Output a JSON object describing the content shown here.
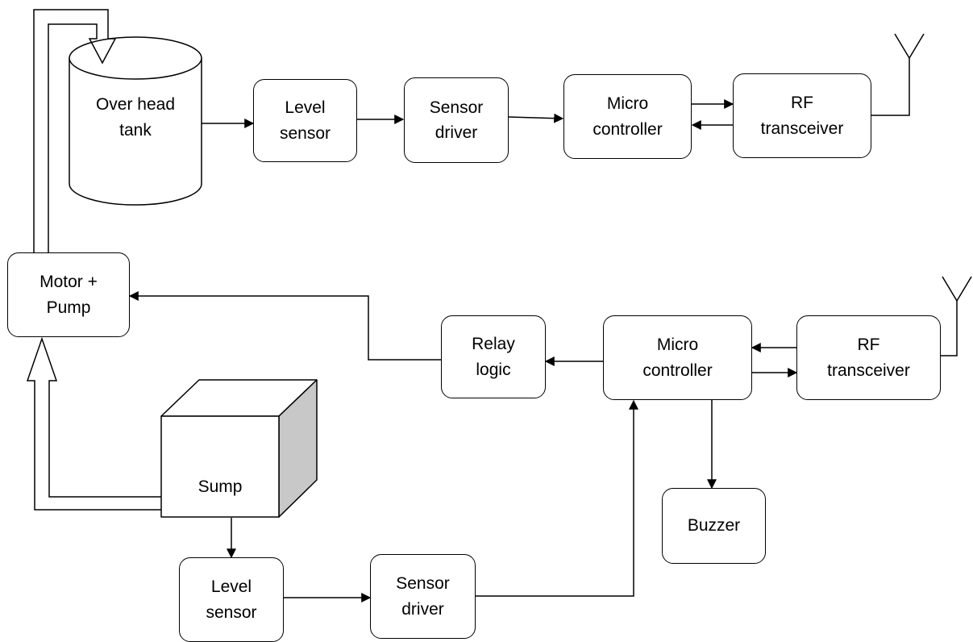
{
  "colors": {
    "stroke": "#000000",
    "fill": "#ffffff",
    "shade": "#c8c8c8"
  },
  "overhead_tank": {
    "line1": "Over head",
    "line2": "tank"
  },
  "sump": {
    "label": "Sump"
  },
  "tx": {
    "level_sensor": {
      "line1": "Level",
      "line2": "sensor"
    },
    "sensor_driver": {
      "line1": "Sensor",
      "line2": "driver"
    },
    "microcontroller": {
      "line1": "Micro",
      "line2": "controller"
    },
    "rf": {
      "line1": "RF",
      "line2": "transceiver"
    }
  },
  "motor_pump": {
    "line1": "Motor +",
    "line2": "Pump"
  },
  "rx": {
    "relay": {
      "line1": "Relay",
      "line2": "logic"
    },
    "microcontroller": {
      "line1": "Micro",
      "line2": "controller"
    },
    "rf": {
      "line1": "RF",
      "line2": "transceiver"
    },
    "buzzer": {
      "label": "Buzzer"
    }
  },
  "sump_sensor": {
    "level_sensor": {
      "line1": "Level",
      "line2": "sensor"
    },
    "sensor_driver": {
      "line1": "Sensor",
      "line2": "driver"
    }
  },
  "icons": {
    "antenna_top": "antenna-icon",
    "antenna_bottom": "antenna-icon"
  }
}
